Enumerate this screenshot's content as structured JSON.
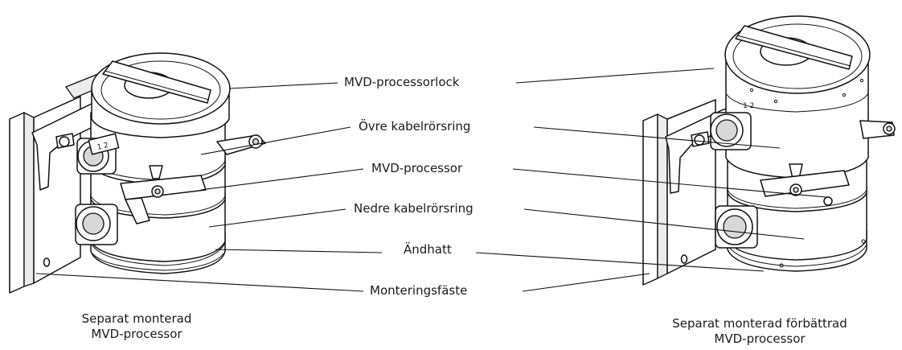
{
  "labels": {
    "cover": "MVD-processorlock",
    "upper_ring": "Övre kabelrörsring",
    "processor": "MVD-processor",
    "lower_ring": "Nedre kabelrörsring",
    "end_cap": "Ändhatt",
    "bracket": "Monteringsfäste"
  },
  "captions": {
    "left_line1": "Separat monterad",
    "left_line2": "MVD-processor",
    "right_line1": "Separat monterad förbättrad",
    "right_line2": "MVD-processor"
  },
  "markings": {
    "conduit_number": "1 2"
  }
}
